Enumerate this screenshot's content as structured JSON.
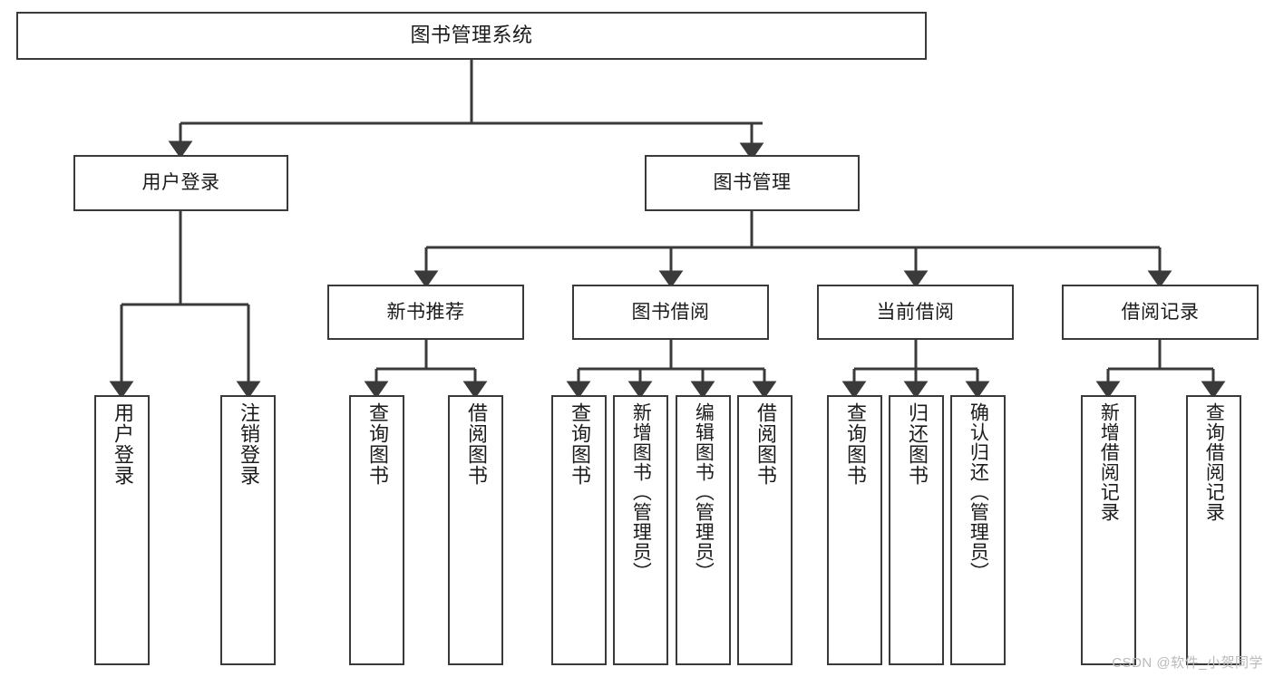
{
  "diagram": {
    "title": "图书管理系统",
    "watermark": "CSDN @软件_小贺同学",
    "stroke_color": "#3a3a3a",
    "fill_color": "#ffffff",
    "text_color": "#1b1b1b",
    "nodes": {
      "root": {
        "label": "图书管理系统"
      },
      "level1": [
        {
          "id": "user-login",
          "label": "用户登录"
        },
        {
          "id": "book-manage",
          "label": "图书管理"
        }
      ],
      "level2": [
        {
          "id": "new-book-rec",
          "label": "新书推荐"
        },
        {
          "id": "book-borrow",
          "label": "图书借阅"
        },
        {
          "id": "current-borrow",
          "label": "当前借阅"
        },
        {
          "id": "borrow-record",
          "label": "借阅记录"
        }
      ],
      "leaves": {
        "user-login": [
          {
            "id": "leaf-user-login",
            "label": "用户登录"
          },
          {
            "id": "leaf-logout",
            "label": "注销登录"
          }
        ],
        "new-book-rec": [
          {
            "id": "leaf-query-book-1",
            "label": "查询图书"
          },
          {
            "id": "leaf-borrow-book-1",
            "label": "借阅图书"
          }
        ],
        "book-borrow": [
          {
            "id": "leaf-query-book-2",
            "label": "查询图书"
          },
          {
            "id": "leaf-add-book",
            "label": "新增图书（管理员）"
          },
          {
            "id": "leaf-edit-book",
            "label": "编辑图书（管理员）"
          },
          {
            "id": "leaf-borrow-book-2",
            "label": "借阅图书"
          }
        ],
        "current-borrow": [
          {
            "id": "leaf-query-book-3",
            "label": "查询图书"
          },
          {
            "id": "leaf-return-book",
            "label": "归还图书"
          },
          {
            "id": "leaf-confirm-return",
            "label": "确认归还（管理员）"
          }
        ],
        "borrow-record": [
          {
            "id": "leaf-add-record",
            "label": "新增借阅记录"
          },
          {
            "id": "leaf-query-record",
            "label": "查询借阅记录"
          }
        ]
      }
    }
  }
}
